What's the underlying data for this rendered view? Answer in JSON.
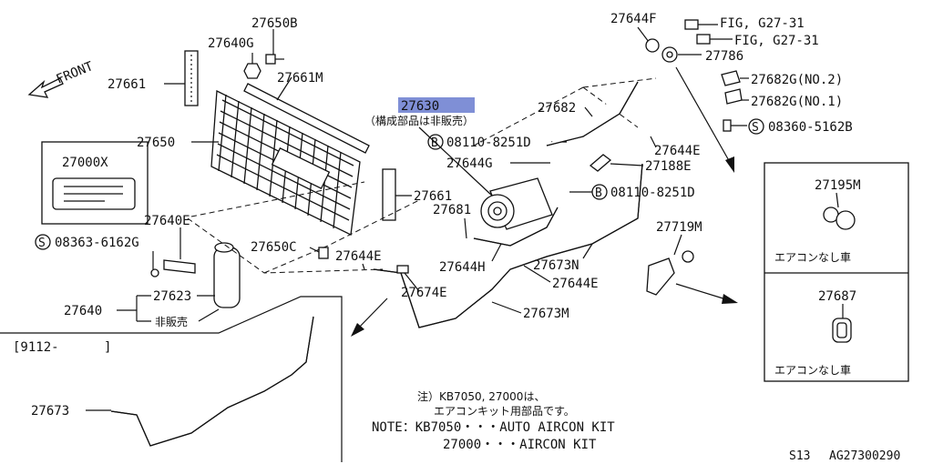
{
  "labels": {
    "front": "FRONT",
    "p27661_top": "27661",
    "p27640G": "27640G",
    "p27650B": "27650B",
    "p27661M": "27661M",
    "p27650": "27650",
    "p27000X": "27000X",
    "p27640E": "27640E",
    "s08363": "08363-6162G",
    "p27650C": "27650C",
    "p27640": "27640",
    "p27623": "27623",
    "not_sold_1": "非販売",
    "p27661_mid": "27661",
    "p27630": "27630",
    "p27630_note": "（構成部品は非販売）",
    "b08110_a": "08110-8251D",
    "p27644G": "27644G",
    "b08110_b": "08110-8251D",
    "p27681": "27681",
    "p27644H": "27644H",
    "p27644E_a": "27644E",
    "p27674E": "27674E",
    "p27644E_b": "27644E",
    "p27673M": "27673M",
    "p27673N": "27673N",
    "p27682": "27682",
    "p27644F": "27644F",
    "fig1": "FIG, G27-31",
    "fig2": "FIG, G27-31",
    "p27786": "27786",
    "p27682G2": "27682G(NO.2)",
    "p27682G1": "27682G(NO.1)",
    "s08360": "08360-5162B",
    "p27644E_c": "27644E",
    "p27188E": "27188E",
    "p27719M": "27719M",
    "p27195M": "27195M",
    "no_ac_1": "エアコンなし車",
    "p27687": "27687",
    "no_ac_2": "エアコンなし車",
    "date_range": "[9112-",
    "date_close": "]",
    "p27673": "27673",
    "note_jp_1": "注）KB7050, 27000は、",
    "note_jp_2": "エアコンキット用部品です。",
    "note_en_1": "NOTE：KB7050・・・AUTO AIRCON KIT",
    "note_en_2": "27000・・・AIRCON KIT",
    "footer_page": "S13",
    "footer_code": "AG27300290",
    "mark_s": "S",
    "mark_b": "B"
  }
}
